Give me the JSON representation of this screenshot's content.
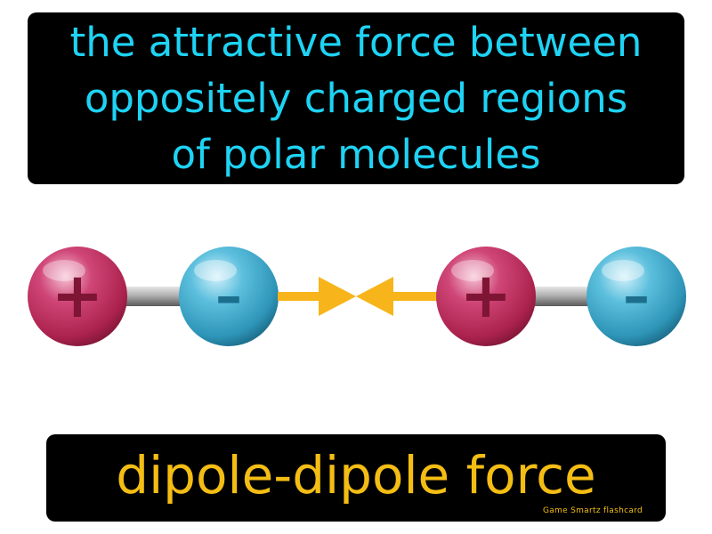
{
  "definition": {
    "lines": [
      "the attractive force between",
      "oppositely charged regions",
      "of polar molecules"
    ]
  },
  "diagram": {
    "molecules": [
      {
        "positive_symbol": "+",
        "negative_symbol": "–"
      },
      {
        "positive_symbol": "+",
        "negative_symbol": "–"
      }
    ]
  },
  "term": {
    "text": "dipole-dipole force",
    "brand": "Game Smartz flashcard"
  },
  "colors": {
    "definition_text": "#1ed3f4",
    "term_text": "#f4bd14",
    "positive_atom": "#c2305f",
    "negative_atom": "#3ea6c8",
    "arrow": "#f7b51b",
    "bond": "#9a9a9a"
  }
}
